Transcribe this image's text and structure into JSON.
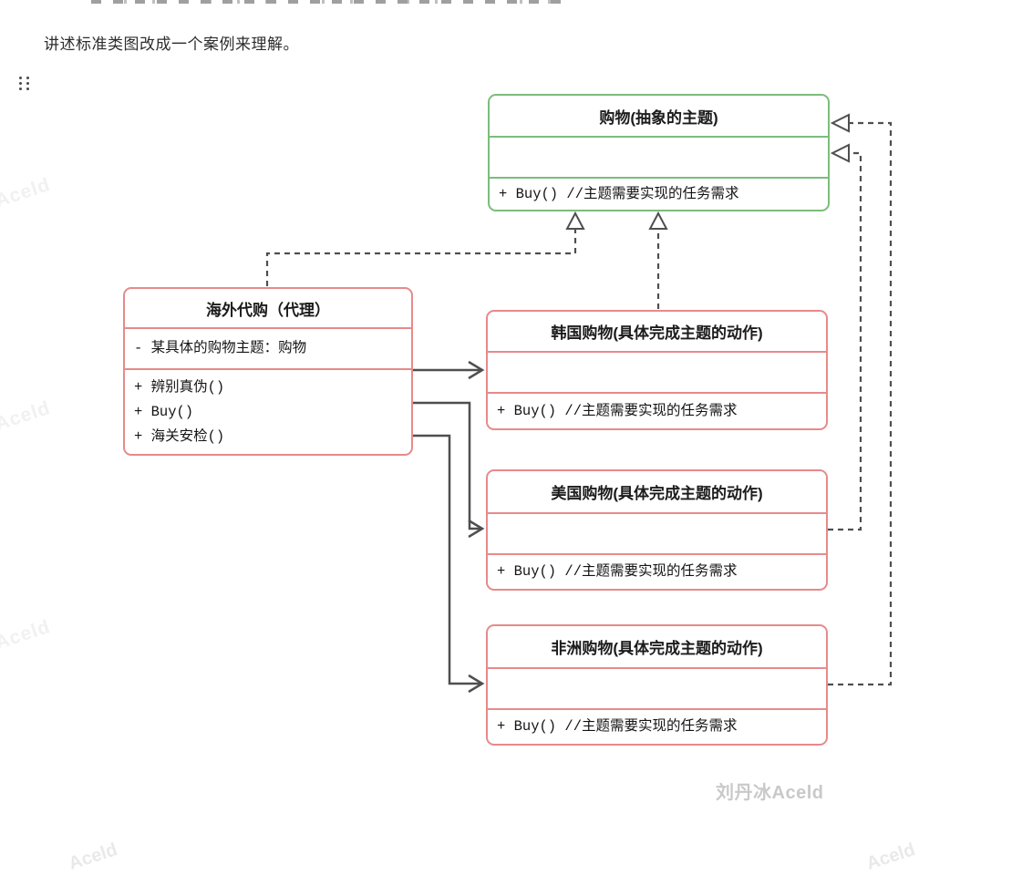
{
  "page": {
    "heading": "讲述标准类图改成一个案例来理解。",
    "bottom_watermark": "刘丹冰Aceld",
    "side_watermark": "Aceld"
  },
  "diagram": {
    "type": "uml-class-diagram",
    "classes": {
      "shopping": {
        "title": "购物(抽象的主题)",
        "attributes": [],
        "methods": [
          "+ Buy() //主题需要实现的任务需求"
        ]
      },
      "overseas": {
        "title": "海外代购（代理）",
        "attributes": [
          "- 某具体的购物主题：购物"
        ],
        "methods": [
          "+ 辨别真伪()",
          "+ Buy()",
          "+ 海关安检()"
        ]
      },
      "korea": {
        "title": "韩国购物(具体完成主题的动作)",
        "attributes": [],
        "methods": [
          "+ Buy() //主题需要实现的任务需求"
        ]
      },
      "usa": {
        "title": "美国购物(具体完成主题的动作)",
        "attributes": [],
        "methods": [
          "+ Buy() //主题需要实现的任务需求"
        ]
      },
      "africa": {
        "title": "非洲购物(具体完成主题的动作)",
        "attributes": [],
        "methods": [
          "+ Buy() //主题需要实现的任务需求"
        ]
      }
    },
    "relations": [
      {
        "from": "海外代购（代理）",
        "to": "购物(抽象的主题)",
        "style": "dashed-hollow-arrow"
      },
      {
        "from": "韩国购物(具体完成主题的动作)",
        "to": "购物(抽象的主题)",
        "style": "dashed-hollow-arrow"
      },
      {
        "from": "美国购物(具体完成主题的动作)",
        "to": "购物(抽象的主题)",
        "style": "dashed-hollow-arrow"
      },
      {
        "from": "非洲购物(具体完成主题的动作)",
        "to": "购物(抽象的主题)",
        "style": "dashed-hollow-arrow"
      },
      {
        "from": "海外代购（代理）",
        "to": "韩国购物(具体完成主题的动作)",
        "style": "solid-open-arrow"
      },
      {
        "from": "海外代购（代理）",
        "to": "美国购物(具体完成主题的动作)",
        "style": "solid-open-arrow"
      },
      {
        "from": "海外代购（代理）",
        "to": "非洲购物(具体完成主题的动作)",
        "style": "solid-open-arrow"
      }
    ],
    "colors": {
      "abstract_border": "#7bbd7b",
      "concrete_border": "#e78a8a",
      "connector": "#4f4f4f"
    }
  }
}
